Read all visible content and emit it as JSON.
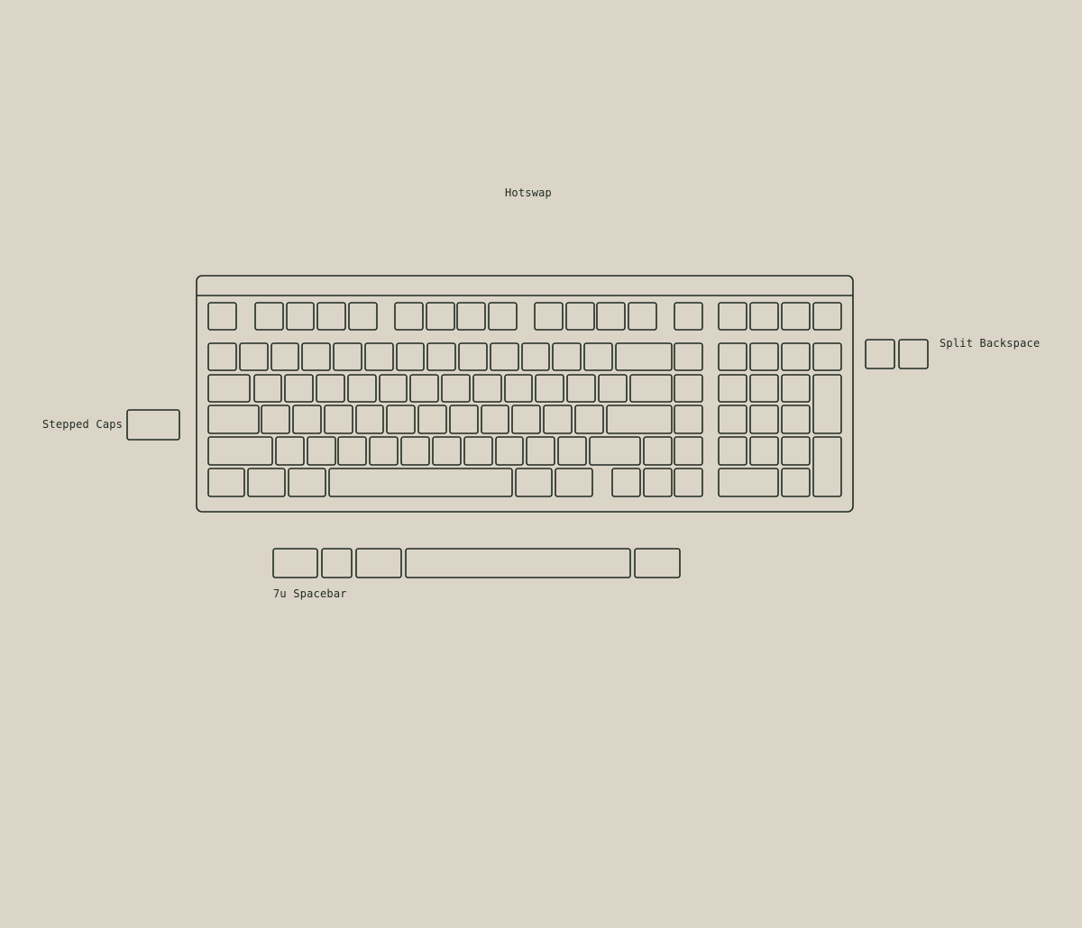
{
  "colors": {
    "background": "#dbd5c7",
    "line": "#1f2a22"
  },
  "labels": {
    "hotswap": "Hotswap",
    "split_backspace": "Split Backspace",
    "stepped_caps": "Stepped Caps",
    "spacebar": "7u Spacebar"
  }
}
